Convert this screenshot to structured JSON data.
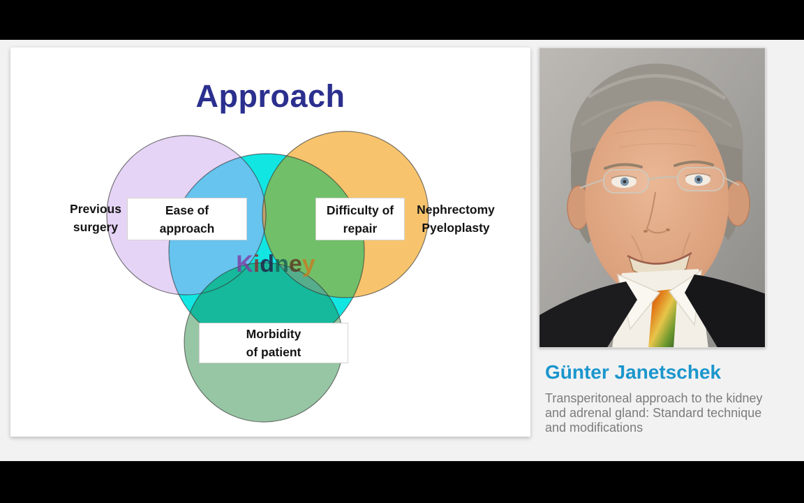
{
  "page": {
    "letterbox_color": "#000000",
    "backdrop_color": "#F2F2F3"
  },
  "slide": {
    "title": "Approach",
    "title_color": "#2B2F8E",
    "venn": {
      "type": "venn-diagram",
      "outer_labels": {
        "previous": {
          "line1": "Previous",
          "line2": "surgery"
        },
        "nephrectomy": {
          "line1": "Nephrectomy",
          "line2": "Pyeloplasty"
        }
      },
      "box_labels": {
        "ease": {
          "line1": "Ease of",
          "line2": "approach"
        },
        "difficulty": {
          "line1": "Difficulty of",
          "line2": "repair"
        },
        "morbidity": {
          "line1": "Morbidity",
          "line2": "of patient"
        }
      },
      "center_word": {
        "word": "Kidney",
        "letters": [
          {
            "ch": "K",
            "color": "#7C3FA4"
          },
          {
            "ch": "i",
            "color": "#8C2F33"
          },
          {
            "ch": "d",
            "color": "#202043"
          },
          {
            "ch": "n",
            "color": "#176152"
          },
          {
            "ch": "e",
            "color": "#5C3A22"
          },
          {
            "ch": "y",
            "color": "#C87B22"
          }
        ]
      },
      "colors": {
        "cyan": "#12E6E3",
        "lavender": "#E6D4F6",
        "blue_overlap": "#66C4EF",
        "orange": "#F7C46D",
        "green_overlap": "#71BF69",
        "tan_overlap": "#BFA26A",
        "sage": "#97C6A4",
        "teal_overlap": "#16B99B",
        "dark_overlap": "#55AD8C",
        "outline": "#333333"
      }
    }
  },
  "speaker": {
    "name": "Günter Janetschek",
    "name_color": "#1B96CC",
    "talk_title": "Transperitoneal approach to the kidney and adrenal gland: Standard technique and modifications"
  }
}
